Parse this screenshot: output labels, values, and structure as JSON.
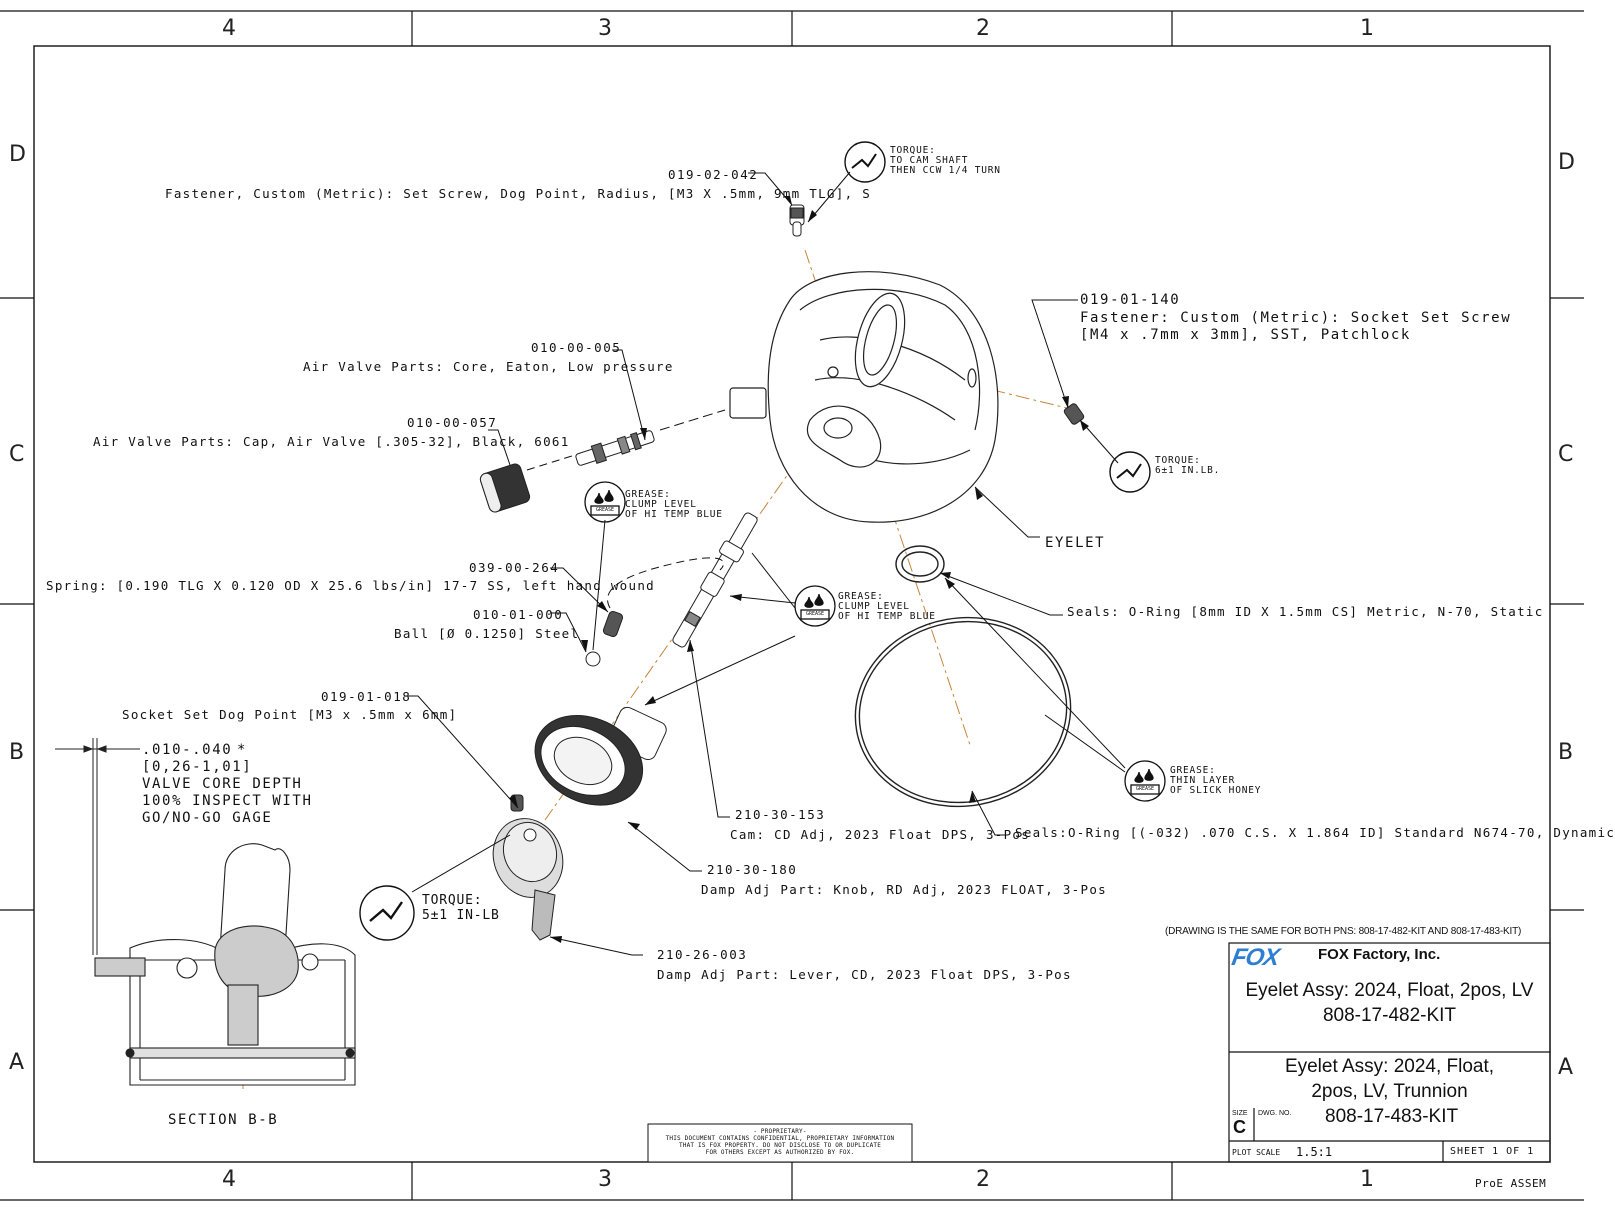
{
  "zones": {
    "columns": [
      "4",
      "3",
      "2",
      "1"
    ],
    "rows": [
      "D",
      "C",
      "B",
      "A"
    ]
  },
  "parts": [
    {
      "id": "p1",
      "number": "019-02-042",
      "description": "Fastener, Custom (Metric): Set Screw, Dog Point, Radius, [M3 X .5mm, 9mm TLG], S"
    },
    {
      "id": "p2",
      "number": "019-01-140",
      "description": "Fastener: Custom (Metric): Socket Set Screw",
      "description2": "[M4 x .7mm x 3mm], SST, Patchlock"
    },
    {
      "id": "p3",
      "number": "010-00-005",
      "description": "Air Valve Parts: Core, Eaton, Low pressure"
    },
    {
      "id": "p4",
      "number": "010-00-057",
      "description": "Air Valve Parts: Cap, Air Valve [.305-32], Black, 6061"
    },
    {
      "id": "p5",
      "number": "039-00-264",
      "description": "Spring: [0.190 TLG X 0.120 OD X 25.6 lbs/in] 17-7 SS, left hand wound"
    },
    {
      "id": "p6",
      "number": "010-01-000",
      "description": "Ball [Ø 0.1250] Steel"
    },
    {
      "id": "p7",
      "number": "019-01-018",
      "description": "Socket Set Dog Point [M3 x .5mm x 6mm]"
    },
    {
      "id": "p8",
      "number": "210-30-153",
      "description": "Cam: CD Adj, 2023 Float DPS, 3-Pos"
    },
    {
      "id": "p9",
      "number": "210-30-180",
      "description": "Damp Adj Part: Knob, RD Adj, 2023 FLOAT, 3-Pos"
    },
    {
      "id": "p10",
      "number": "210-26-003",
      "description": "Damp Adj Part: Lever, CD, 2023 Float DPS, 3-Pos"
    }
  ],
  "seals": {
    "small": "Seals: O-Ring [8mm ID X 1.5mm CS] Metric, N-70, Static",
    "large": "Seals:O-Ring [(-032) .070 C.S. X 1.864 ID] Standard N674-70, Dynamic"
  },
  "eyelet_label": "EYELET",
  "notes": {
    "torque_cam": "TORQUE:\nTO CAM SHAFT\nTHEN CCW 1/4 TURN",
    "torque_6": "TORQUE:\n6±1 IN.LB.",
    "torque_5": "TORQUE:\n5±1 IN-LB",
    "grease_clump_1": "GREASE:\nCLUMP LEVEL\nOF HI TEMP BLUE",
    "grease_clump_2": "GREASE:\nCLUMP LEVEL\nOF HI TEMP BLUE",
    "grease_honey": "GREASE:\nTHIN LAYER\nOF SLICK HONEY",
    "grease_box": "GREASE"
  },
  "valve_depth": {
    "line1": ".010-.040",
    "mark": "*",
    "line2": "[0,26-1,01]",
    "line3": "VALVE CORE DEPTH",
    "line4": "100% INSPECT WITH",
    "line5": "GO/NO-GO GAGE"
  },
  "section_label": "SECTION B-B",
  "proprietary": {
    "line1": "- PROPRIETARY-",
    "line2": "THIS DOCUMENT CONTAINS CONFIDENTIAL, PROPRIETARY INFORMATION",
    "line3": "THAT IS FOX PROPERTY.  DO NOT DISCLOSE TO OR DUPLICATE",
    "line4": "FOR OTHERS EXCEPT AS AUTHORIZED BY FOX."
  },
  "title_block": {
    "same_note": "(DRAWING IS THE SAME FOR BOTH PNS: 808-17-482-KIT AND 808-17-483-KIT)",
    "logo": "FOX",
    "company": "FOX Factory, Inc.",
    "title1_line1": "Eyelet Assy: 2024, Float, 2pos, LV",
    "title1_line2": "808-17-482-KIT",
    "title2_line1": "Eyelet Assy: 2024, Float,",
    "title2_line2": "2pos, LV, Trunnion",
    "size_label": "SIZE",
    "size": "C",
    "dwg_label": "DWG. NO.",
    "dwg_no": "808-17-483-KIT",
    "plot_scale_label": "PLOT SCALE",
    "plot_scale": "1.5:1",
    "sheet": "SHEET 1 OF 1",
    "software": "ProE ASSEM"
  },
  "colors": {
    "line": "#111111",
    "centerline": "#c8853a",
    "logo": "#2e7fd1"
  }
}
